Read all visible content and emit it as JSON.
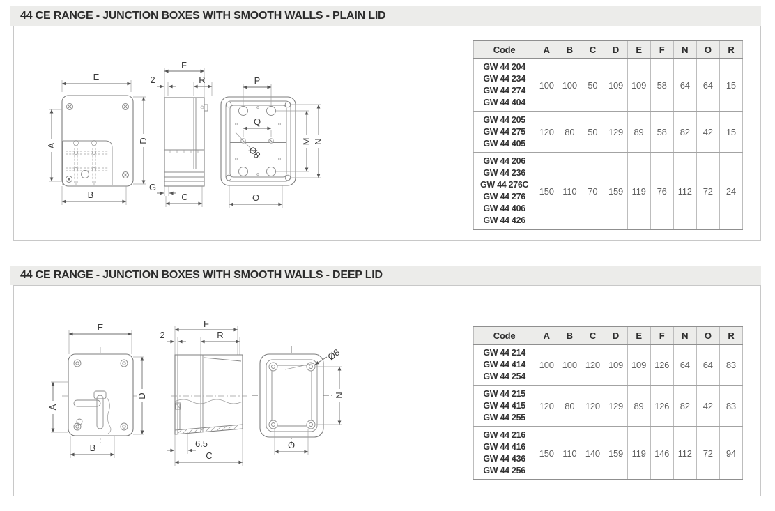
{
  "colors": {
    "bar_bg": "#ececea",
    "bar_text": "#2b2b2b",
    "box_border": "#c8c8c8",
    "table_line_dark": "#8f8f8f",
    "table_line_light": "#bdbdbd",
    "header_cell_bg": "#ececea",
    "code_text": "#333333",
    "value_text": "#5f5f5f",
    "drawing_line": "#7d7d7d"
  },
  "sections": [
    {
      "title": "44 CE RANGE - JUNCTION BOXES WITH SMOOTH WALLS - PLAIN LID",
      "drawings": {
        "front": {
          "E": "E",
          "A": "A",
          "D": "D",
          "B": "B"
        },
        "side": {
          "F": "F",
          "lip": "2",
          "R": "R",
          "G": "G",
          "C": "C"
        },
        "inside": {
          "P": "P",
          "Q": "Q",
          "M": "M",
          "N": "N",
          "hole": "Ø8",
          "O": "O"
        }
      },
      "table": {
        "columns": [
          "Code",
          "A",
          "B",
          "C",
          "D",
          "E",
          "F",
          "N",
          "O",
          "R"
        ],
        "rows": [
          {
            "codes": [
              "GW 44 204",
              "GW 44 234",
              "GW 44 274",
              "GW 44 404"
            ],
            "values": [
              "100",
              "100",
              "50",
              "109",
              "109",
              "58",
              "64",
              "64",
              "15"
            ]
          },
          {
            "codes": [
              "GW 44 205",
              "GW 44 275",
              "GW 44 405"
            ],
            "values": [
              "120",
              "80",
              "50",
              "129",
              "89",
              "58",
              "82",
              "42",
              "15"
            ]
          },
          {
            "codes": [
              "GW 44 206",
              "GW 44 236",
              "GW 44 276C",
              "GW 44 276",
              "GW 44 406",
              "GW 44 426"
            ],
            "values": [
              "150",
              "110",
              "70",
              "159",
              "119",
              "76",
              "112",
              "72",
              "24"
            ]
          }
        ]
      }
    },
    {
      "title": "44 CE RANGE - JUNCTION BOXES WITH SMOOTH WALLS - DEEP LID",
      "drawings": {
        "front": {
          "E": "E",
          "A": "A",
          "D": "D",
          "B": "B"
        },
        "side": {
          "F": "F",
          "lip": "2",
          "R": "R",
          "wall": "6.5",
          "C": "C"
        },
        "inside": {
          "hole": "Ø8",
          "N": "N",
          "O": "O"
        }
      },
      "table": {
        "columns": [
          "Code",
          "A",
          "B",
          "C",
          "D",
          "E",
          "F",
          "N",
          "O",
          "R"
        ],
        "rows": [
          {
            "codes": [
              "GW 44 214",
              "GW 44 414",
              "GW 44 254"
            ],
            "values": [
              "100",
              "100",
              "120",
              "109",
              "109",
              "126",
              "64",
              "64",
              "83"
            ]
          },
          {
            "codes": [
              "GW 44 215",
              "GW 44 415",
              "GW 44 255"
            ],
            "values": [
              "120",
              "80",
              "120",
              "129",
              "89",
              "126",
              "82",
              "42",
              "83"
            ]
          },
          {
            "codes": [
              "GW 44 216",
              "GW 44 416",
              "GW 44 436",
              "GW 44 256"
            ],
            "values": [
              "150",
              "110",
              "140",
              "159",
              "119",
              "146",
              "112",
              "72",
              "94"
            ]
          }
        ]
      }
    }
  ]
}
